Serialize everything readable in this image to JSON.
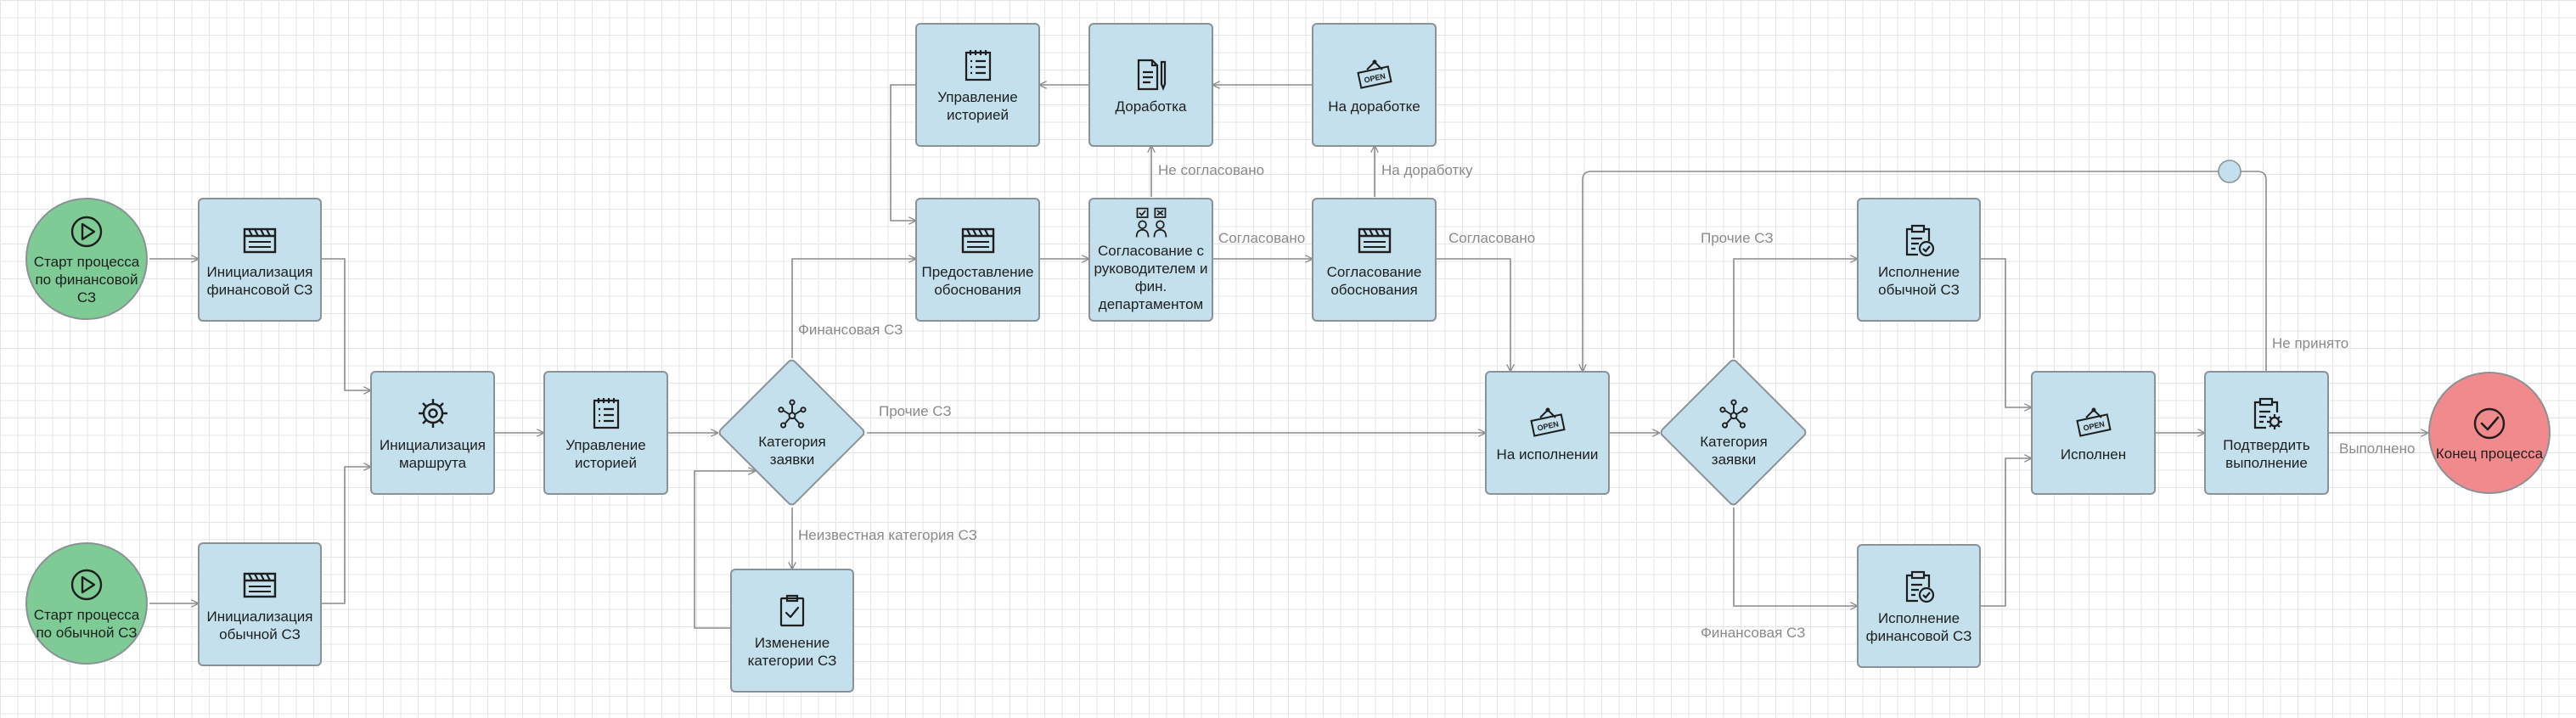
{
  "nodes": {
    "start_fin": "Старт процесса по финансовой СЗ",
    "start_ord": "Старт процесса по обычной СЗ",
    "init_fin": "Инициализация финансовой СЗ",
    "init_ord": "Инициализация обычной СЗ",
    "init_route": "Инициализация маршрута",
    "history_main": "Управление историей",
    "category_request": "Категория заявки",
    "change_category": "Изменение категории СЗ",
    "history_top": "Управление историей",
    "rework": "Доработка",
    "on_rework": "На доработке",
    "justification": "Предоставление обоснования",
    "approval_head": "Согласование с руководителем и фин. департаментом",
    "approval_just": "Согласование обоснования",
    "in_execution": "На исполнении",
    "category_sz": "Категория заявки",
    "exec_ord": "Исполнение обычной СЗ",
    "exec_fin": "Исполнение финансовой СЗ",
    "executed": "Исполнен",
    "confirm": "Подтвердить выполнение",
    "end": "Конец процесса"
  },
  "edges": {
    "fin_sz": "Финансовая СЗ",
    "other_sz": "Прочие СЗ",
    "unknown_cat": "Неизвестная категория СЗ",
    "not_agreed": "Не согласовано",
    "to_rework": "На доработку",
    "agreed_1": "Согласовано",
    "agreed_2": "Согласовано",
    "other_sz_2": "Прочие СЗ",
    "fin_sz_2": "Финансовая СЗ",
    "not_accepted": "Не принято",
    "done": "Выполнено"
  },
  "colors": {
    "task_fill": "#c3e0ec",
    "start_fill": "#7ecb95",
    "end_fill": "#f08a8c",
    "border": "#8a9197",
    "connector": "#8c8c8c",
    "junction": "#c3e0ec"
  }
}
